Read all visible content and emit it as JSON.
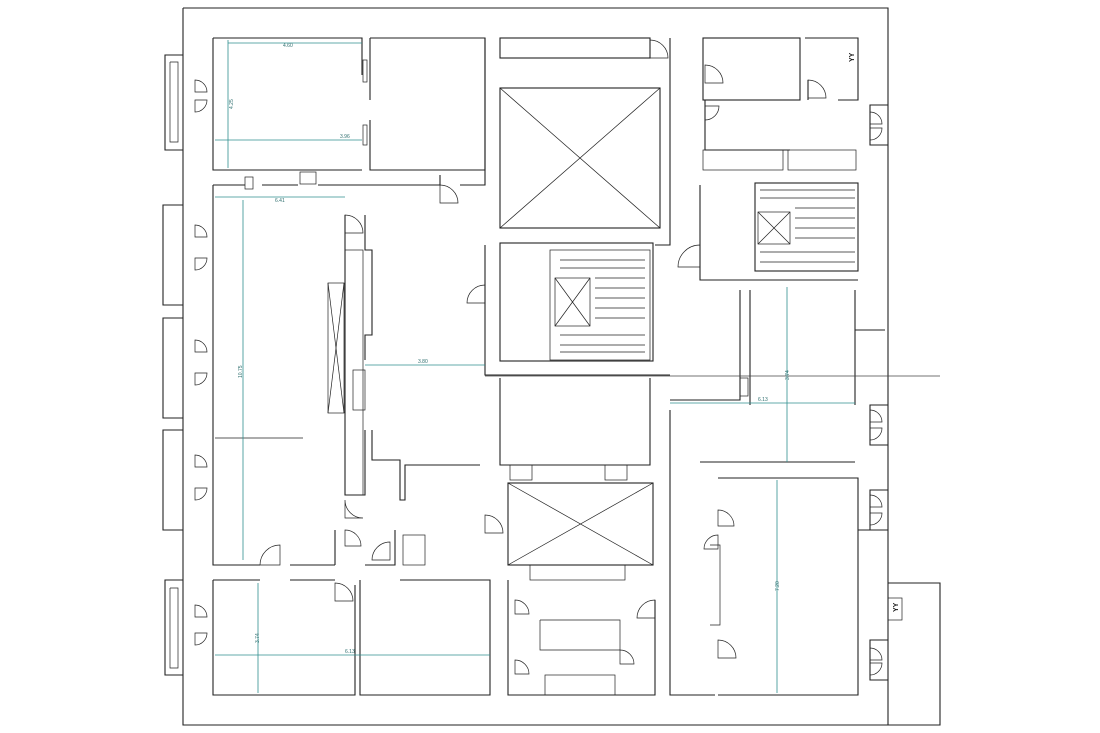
{
  "plan": {
    "dimensions": [
      "4.60",
      "4.25",
      "3.96",
      "6.41",
      "10.75",
      "3.80",
      "6.13",
      "3.74",
      "6.13",
      "3.74",
      "7.20"
    ],
    "labels": [
      "YY",
      "YY"
    ]
  }
}
